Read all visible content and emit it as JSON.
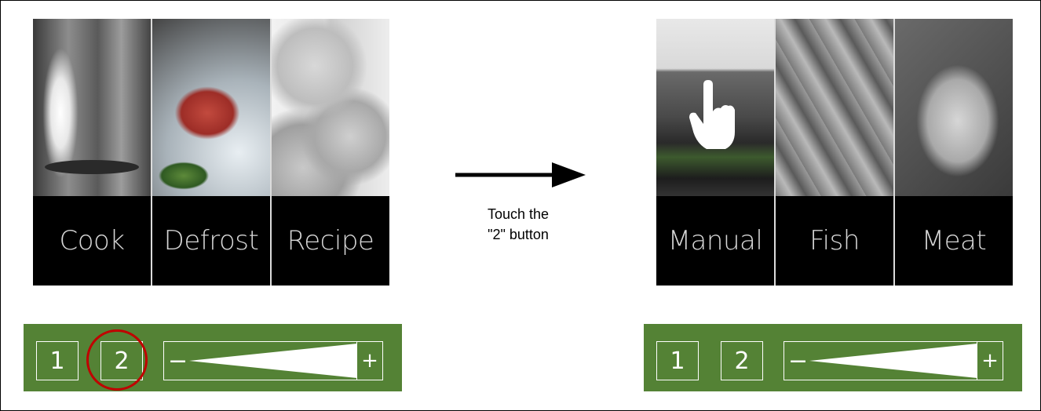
{
  "before": {
    "tiles": [
      {
        "label": "Cook"
      },
      {
        "label": "Defrost"
      },
      {
        "label": "Recipe"
      }
    ],
    "control": {
      "button_1": "1",
      "button_2": "2",
      "minus": "−",
      "plus": "+"
    }
  },
  "transition": {
    "line1": "Touch the",
    "line2": "\"2\" button"
  },
  "after": {
    "tiles": [
      {
        "label": "Manual"
      },
      {
        "label": "Fish"
      },
      {
        "label": "Meat"
      }
    ],
    "control": {
      "button_1": "1",
      "button_2": "2",
      "minus": "−",
      "plus": "+"
    }
  },
  "colors": {
    "control_bar": "#548235",
    "highlight": "#c00000",
    "tile_label_bg": "#000000"
  },
  "icons": [
    "pointing-hand-icon",
    "right-arrow-icon"
  ]
}
